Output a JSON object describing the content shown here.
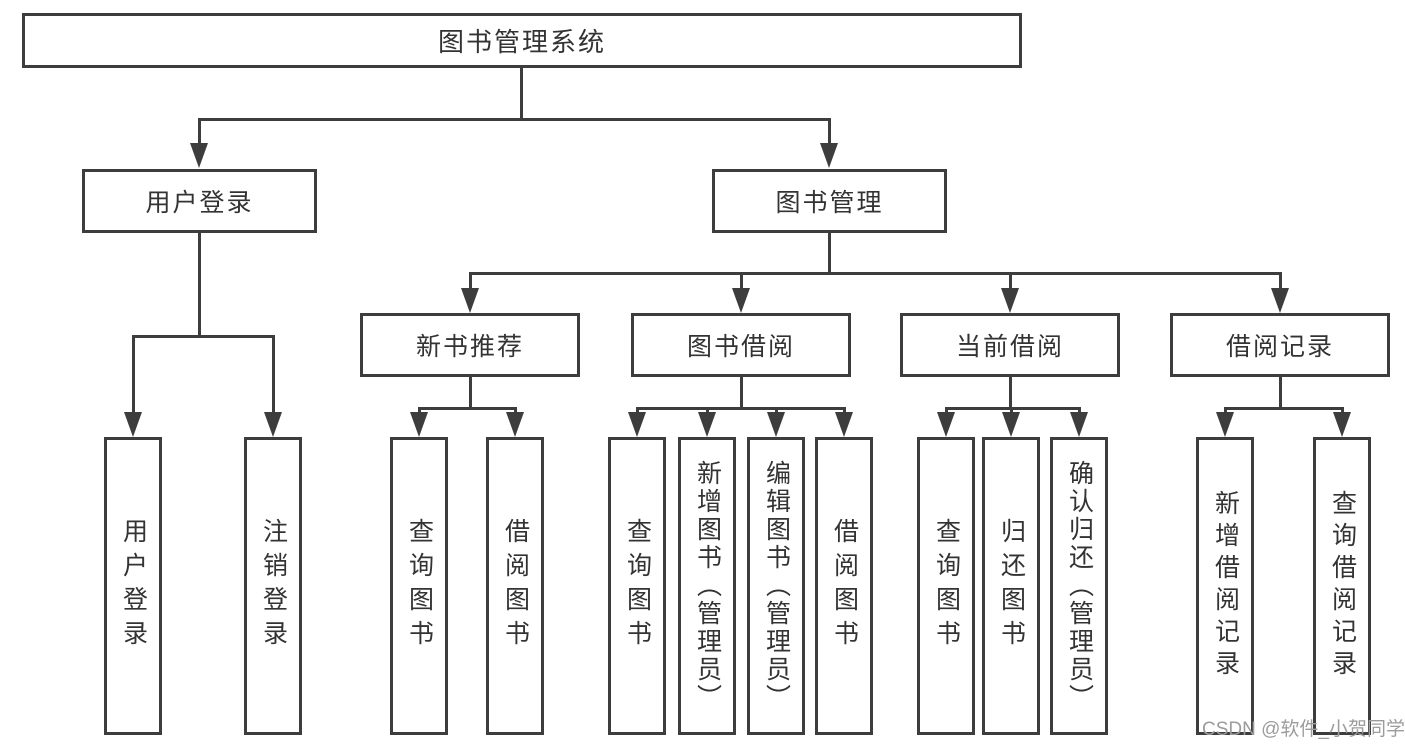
{
  "colors": {
    "line": "#3d3d3d",
    "text": "#333333",
    "watermark": "#9c9c9c",
    "background": "#ffffff"
  },
  "diagram": {
    "type": "tree",
    "root": {
      "label": "图书管理系统"
    },
    "level2": [
      {
        "label": "用户登录",
        "parent": "图书管理系统"
      },
      {
        "label": "图书管理",
        "parent": "图书管理系统"
      }
    ],
    "level3": [
      {
        "label": "新书推荐",
        "parent": "图书管理"
      },
      {
        "label": "图书借阅",
        "parent": "图书管理"
      },
      {
        "label": "当前借阅",
        "parent": "图书管理"
      },
      {
        "label": "借阅记录",
        "parent": "图书管理"
      }
    ],
    "leaves": [
      {
        "label": "用户登录",
        "parent": "用户登录"
      },
      {
        "label": "注销登录",
        "parent": "用户登录"
      },
      {
        "label": "查询图书",
        "parent": "新书推荐"
      },
      {
        "label": "借阅图书",
        "parent": "新书推荐"
      },
      {
        "label": "查询图书",
        "parent": "图书借阅"
      },
      {
        "label": "新增图书（管理员）",
        "parent": "图书借阅"
      },
      {
        "label": "编辑图书（管理员）",
        "parent": "图书借阅"
      },
      {
        "label": "借阅图书",
        "parent": "图书借阅"
      },
      {
        "label": "查询图书",
        "parent": "当前借阅"
      },
      {
        "label": "归还图书",
        "parent": "当前借阅"
      },
      {
        "label": "确认归还（管理员）",
        "parent": "当前借阅"
      },
      {
        "label": "新增借阅记录",
        "parent": "借阅记录"
      },
      {
        "label": "查询借阅记录",
        "parent": "借阅记录"
      }
    ]
  },
  "watermark": "CSDN @软件_小贺同学"
}
